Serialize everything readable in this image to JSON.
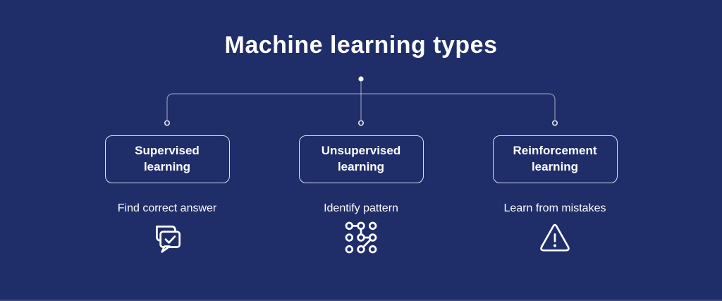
{
  "colors": {
    "background": "#1F2D69",
    "text": "#FFFFFF",
    "connector": "rgba(255,255,255,0.5)",
    "box_border": "rgba(255,255,255,0.85)"
  },
  "title": "Machine learning types",
  "branches": [
    {
      "id": "supervised",
      "box_label": "Supervised learning",
      "description": "Find correct answer",
      "icon": "chat-check-icon"
    },
    {
      "id": "unsupervised",
      "box_label": "Unsupervised learning",
      "description": "Identify pattern",
      "icon": "pattern-nodes-icon"
    },
    {
      "id": "reinforcement",
      "box_label": "Reinforcement learning",
      "description": "Learn from mistakes",
      "icon": "warning-triangle-icon"
    }
  ]
}
